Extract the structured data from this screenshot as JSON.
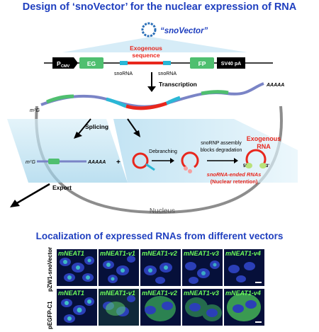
{
  "title_top": "Design of ‘snoVector’ for the nuclear expression of RNA",
  "plasmid_label": "“snoVector”",
  "construct": {
    "promoter": "P",
    "promoter_sub": "CMV",
    "eg": "EG",
    "exogenous": "Exogenous",
    "exogenous2": "sequence",
    "sno1": "snoRNA",
    "sno2": "snoRNA",
    "fp": "FP",
    "polya": "SV40 pA"
  },
  "steps": {
    "transcription": "Transcription",
    "splicing": "Splicing",
    "debranching": "Debranching",
    "export": "Export",
    "assembly1": "snoRNP assembly",
    "assembly2": "blocks degradation",
    "exo_rna1": "Exogenous",
    "exo_rna2": "RNA",
    "sno_ended": "snoRNA-ended RNAs",
    "retention": "(Nuclear retention)",
    "nucleus": "Nucleus",
    "cap": "m⁷G",
    "polyA": "AAAAA",
    "plus": "+",
    "five": "5'",
    "three": "3'"
  },
  "title_bottom": "Localization of expressed RNAs from different vectors",
  "row_labels": [
    "pZW1-snoVector",
    "pEGFP-C1"
  ],
  "col_labels": [
    "mNEAT1",
    "mNEAT1-v1",
    "mNEAT1-v2",
    "mNEAT1-v3",
    "mNEAT1-v4"
  ],
  "colors": {
    "title": "#1f3fbf",
    "red": "#e8271d",
    "green": "#4fbf6f",
    "cyan": "#2bb7d6",
    "panel": "#bfe3f2"
  }
}
